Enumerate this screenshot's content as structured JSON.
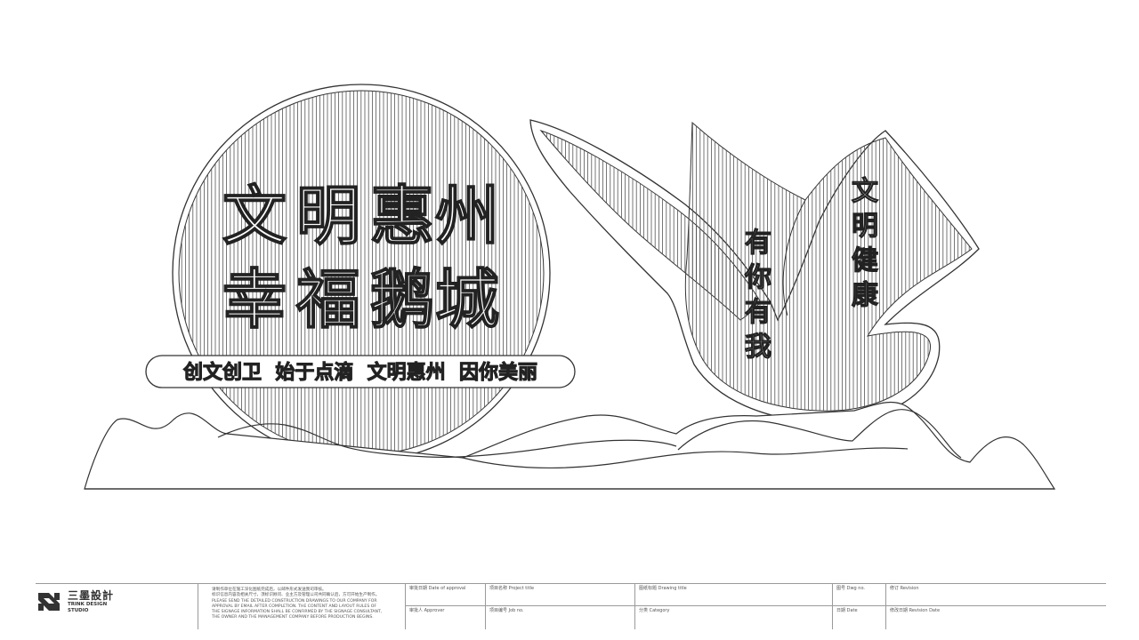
{
  "sign": {
    "headline_line1": [
      "文",
      "明",
      "惠",
      "州"
    ],
    "headline_line2": [
      "幸",
      "福",
      "鹅",
      "城"
    ],
    "slogan": "创文创卫  始于点滴  文明惠州  因你美丽",
    "vertical_text_1": [
      "有",
      "你",
      "有",
      "我"
    ],
    "vertical_text_2": [
      "文",
      "明",
      "健",
      "康"
    ]
  },
  "titleblock": {
    "logo_cn": "三墨設計",
    "logo_en_1": "TRINK DESIGN",
    "logo_en_2": "STUDIO",
    "notes": [
      "请制作单位在施工深化图纸完成后，以邮件形式发送我司审核。",
      "标识信息内容及相关尺寸，须标识顾问、业主方及管理公司共同确认后，方可开始生产制作。",
      "PLEASE SEND THE DETAILED CONSTRUCTION DRAWINGS TO OUR COMPANY FOR",
      "APPROVAL BY EMAIL AFTER COMPLETION. THE CONTENT AND LAYOUT RULES OF",
      "THE SIGNAGE INFORMATION SHALL BE CONFIRMED BY THE SIGNAGE CONSULTANT,",
      "THE OWNER AND THE MANAGEMENT COMPANY BEFORE PRODUCTION BEGINS."
    ],
    "date_of_approval": "审批日期 Date of approval",
    "approver": "审批人 Approver",
    "project_title": "项目名称 Project title",
    "job_no": "项目编号 Job no.",
    "drawing_title": "图纸标题 Drawing title",
    "category": "分类 Category",
    "dwg_no": "图号 Dwg no.",
    "date": "日期 Date",
    "revision": "修订 Revision",
    "revision_date": "修改日期 Revision Date"
  }
}
